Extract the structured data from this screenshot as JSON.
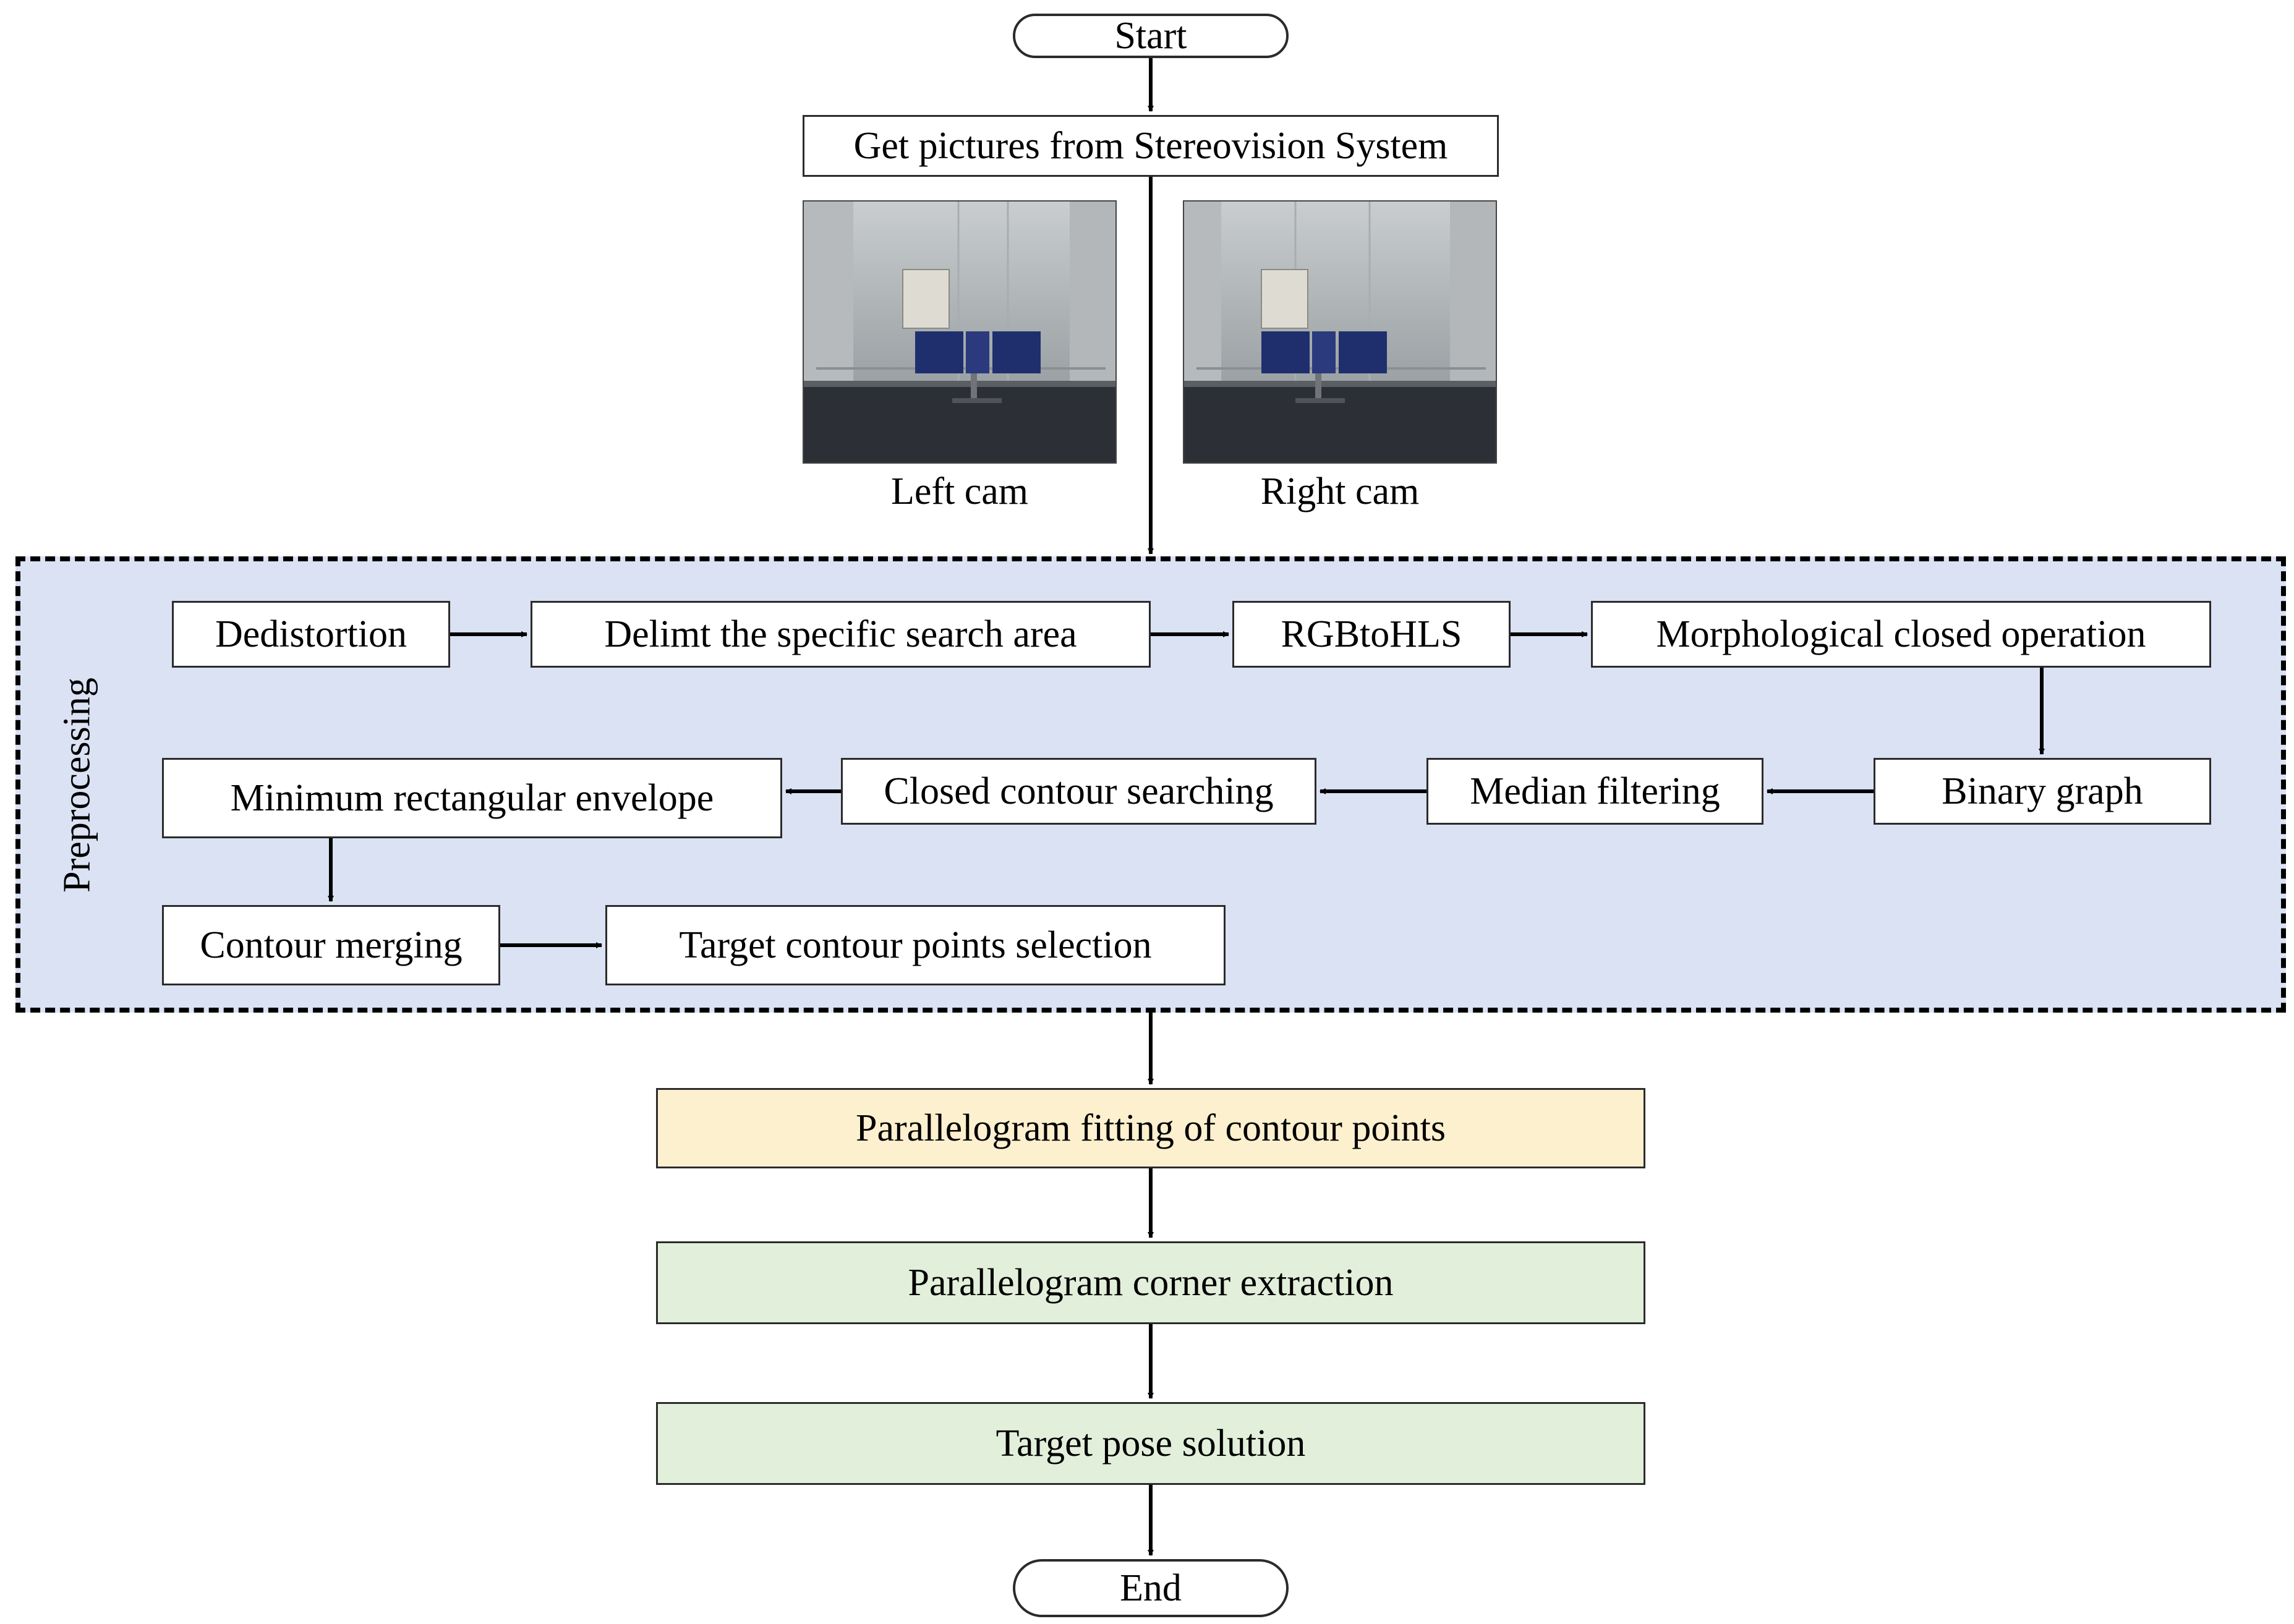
{
  "diagram": {
    "start": "Start",
    "get_pictures": "Get pictures from Stereovision System",
    "left_cam": "Left cam",
    "right_cam": "Right cam",
    "preprocessing": {
      "label": "Preprocessing",
      "steps": {
        "dedistortion": "Dedistortion",
        "delimit": "Delimt the specific search area",
        "rgb_to_hls": "RGBtoHLS",
        "morphological": "Morphological closed operation",
        "binary_graph": "Binary graph",
        "median_filtering": "Median filtering",
        "closed_contour": "Closed contour searching",
        "min_rect": "Minimum rectangular envelope",
        "contour_merging": "Contour merging",
        "target_points": "Target contour points selection"
      }
    },
    "parallelogram_fitting": "Parallelogram fitting of contour points",
    "corner_extraction": "Parallelogram corner extraction",
    "pose_solution": "Target pose solution",
    "end": "End"
  },
  "colors": {
    "preprocessing_fill": "#dae2f3",
    "fitting_fill": "#fdf0cf",
    "final_steps_fill": "#e2efda"
  }
}
